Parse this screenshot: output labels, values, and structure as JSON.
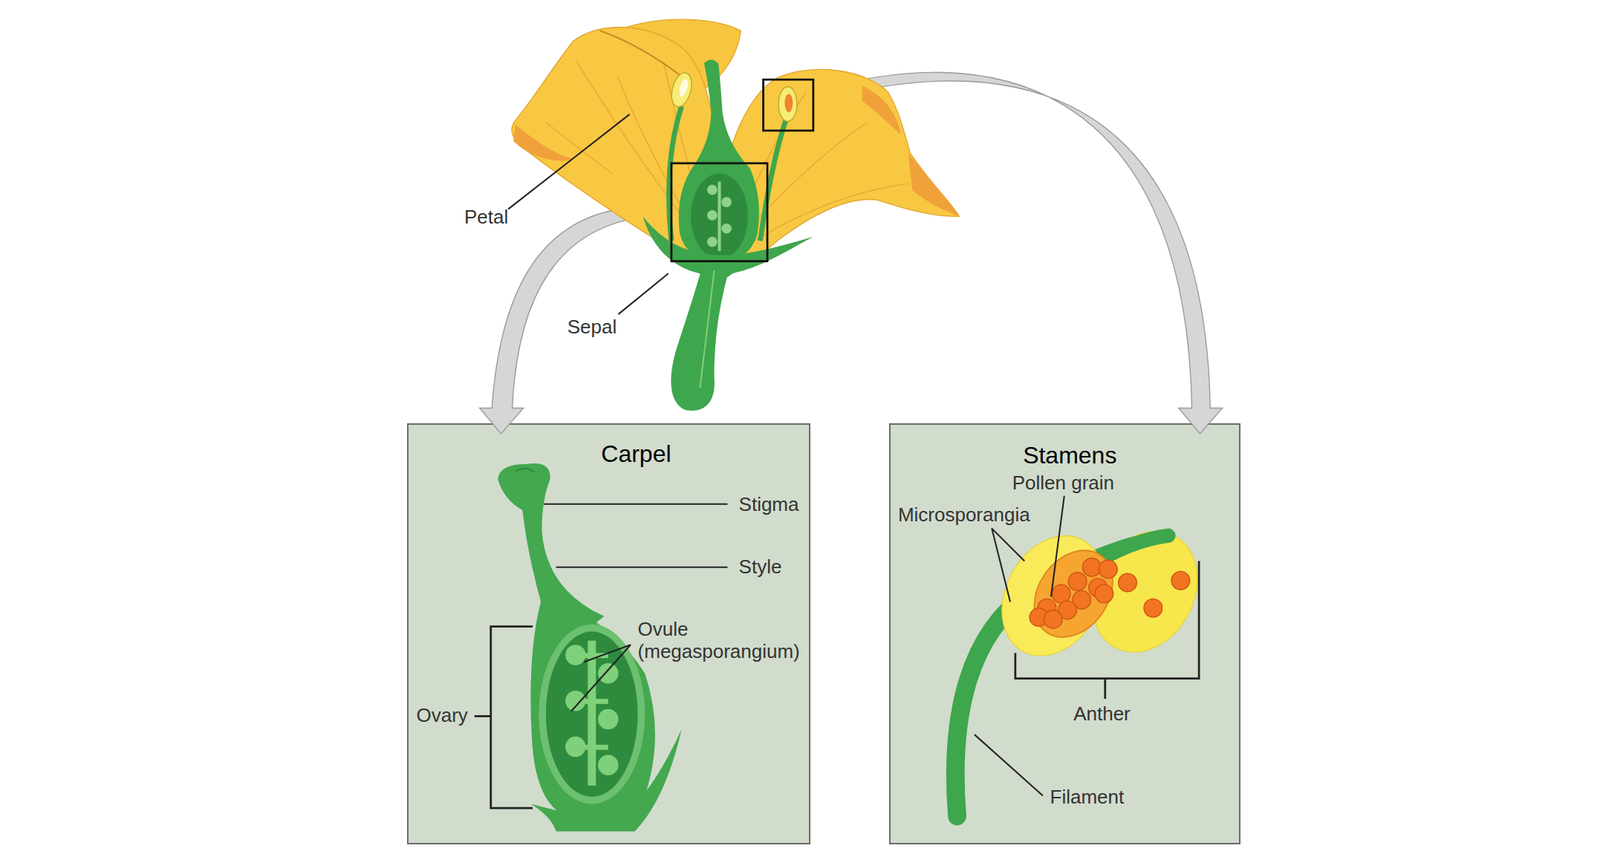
{
  "diagram": {
    "nodes": [
      {
        "text": [
          "Carpel"
        ]
      },
      {
        "text": [
          "Stamens"
        ]
      }
    ],
    "labels": [
      "Petal",
      "Sepal",
      "Stigma",
      "Style",
      "Ovule (megasporangium)",
      "Ovary",
      "Pollen grain",
      "Microsporangia",
      "Anther",
      "Filament"
    ]
  }
}
